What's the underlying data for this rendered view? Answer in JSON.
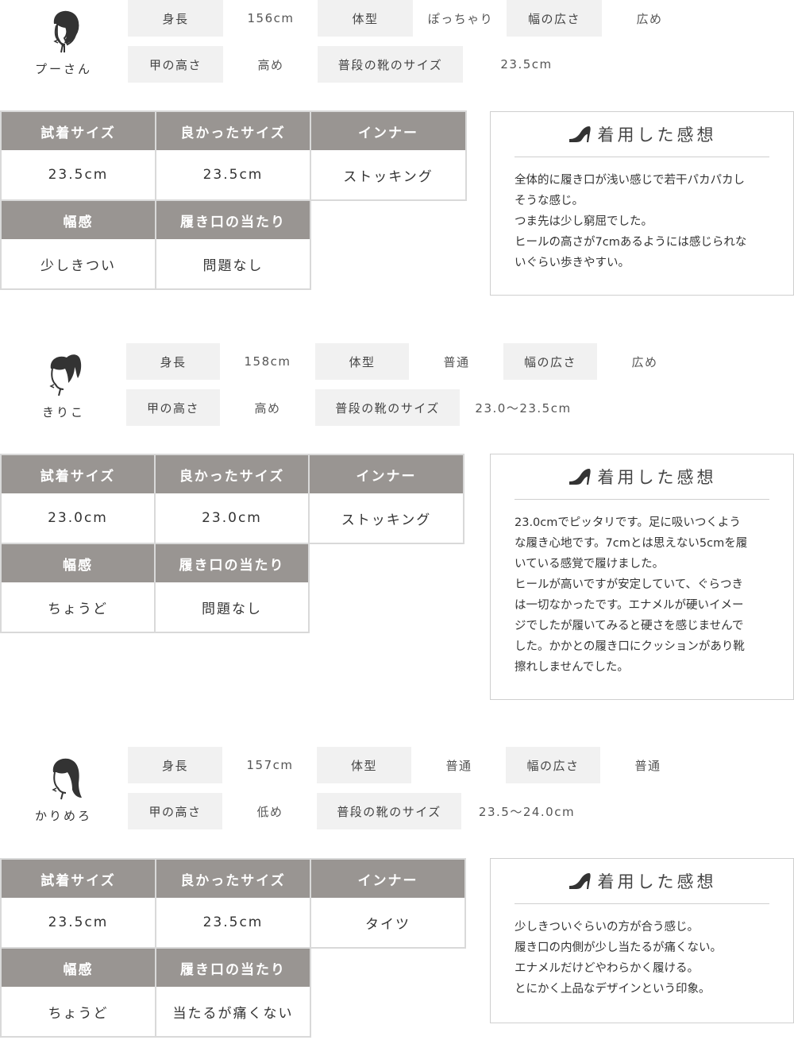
{
  "reviews": [
    {
      "reviewer": {
        "name": "プーさん",
        "icon": "woman-bun-hair-icon"
      },
      "profile": {
        "height_label": "身長",
        "height_value": "156cm",
        "body_label": "体型",
        "body_value": "ぽっちゃり",
        "width_label": "幅の広さ",
        "width_value": "広め",
        "instep_label": "甲の高さ",
        "instep_value": "高め",
        "size_label": "普段の靴のサイズ",
        "size_value": "23.5cm"
      },
      "table": {
        "tried_size_label": "試着サイズ",
        "tried_size_value": "23.5cm",
        "good_size_label": "良かったサイズ",
        "good_size_value": "23.5cm",
        "inner_label": "インナー",
        "inner_value": "ストッキング",
        "fit_label": "幅感",
        "fit_value": "少しきつい",
        "opening_label": "履き口の当たり",
        "opening_value": "問題なし"
      },
      "impression": {
        "title": "着用した感想",
        "lines": [
          "全体的に履き口が浅い感じで若干パカパカし",
          "そうな感じ。",
          "つま先は少し窮屈でした。",
          "ヒールの高さが7cmあるようには感じられな",
          "いぐらい歩きやすい。"
        ]
      }
    },
    {
      "reviewer": {
        "name": "きりこ",
        "icon": "woman-ponytail-icon"
      },
      "profile": {
        "height_label": "身長",
        "height_value": "158cm",
        "body_label": "体型",
        "body_value": "普通",
        "width_label": "幅の広さ",
        "width_value": "広め",
        "instep_label": "甲の高さ",
        "instep_value": "高め",
        "size_label": "普段の靴のサイズ",
        "size_value": "23.0〜23.5cm"
      },
      "table": {
        "tried_size_label": "試着サイズ",
        "tried_size_value": "23.0cm",
        "good_size_label": "良かったサイズ",
        "good_size_value": "23.0cm",
        "inner_label": "インナー",
        "inner_value": "ストッキング",
        "fit_label": "幅感",
        "fit_value": "ちょうど",
        "opening_label": "履き口の当たり",
        "opening_value": "問題なし"
      },
      "impression": {
        "title": "着用した感想",
        "lines": [
          "23.0cmでピッタリです。足に吸いつくよう",
          "な履き心地です。7cmとは思えない5cmを履",
          "いている感覚で履けました。",
          "ヒールが高いですが安定していて、ぐらつき",
          "は一切なかったです。エナメルが硬いイメー",
          "ジでしたが履いてみると硬さを感じませんで",
          "した。かかとの履き口にクッションがあり靴",
          "擦れしませんでした。"
        ]
      }
    },
    {
      "reviewer": {
        "name": "かりめろ",
        "icon": "woman-long-hair-icon"
      },
      "profile": {
        "height_label": "身長",
        "height_value": "157cm",
        "body_label": "体型",
        "body_value": "普通",
        "width_label": "幅の広さ",
        "width_value": "普通",
        "instep_label": "甲の高さ",
        "instep_value": "低め",
        "size_label": "普段の靴のサイズ",
        "size_value": "23.5〜24.0cm"
      },
      "table": {
        "tried_size_label": "試着サイズ",
        "tried_size_value": "23.5cm",
        "good_size_label": "良かったサイズ",
        "good_size_value": "23.5cm",
        "inner_label": "インナー",
        "inner_value": "タイツ",
        "fit_label": "幅感",
        "fit_value": "ちょうど",
        "opening_label": "履き口の当たり",
        "opening_value": "当たるが痛くない"
      },
      "impression": {
        "title": "着用した感想",
        "lines": [
          "少しきついぐらいの方が合う感じ。",
          "履き口の内側が少し当たるが痛くない。",
          "エナメルだけどやわらかく履ける。",
          "とにかく上品なデザインという印象。"
        ]
      }
    }
  ],
  "colors": {
    "header_bg": "#999592",
    "label_bg": "#f1f1f1",
    "border": "#d9d9d9",
    "text": "#333333"
  },
  "impression_icon": "high-heel-icon"
}
